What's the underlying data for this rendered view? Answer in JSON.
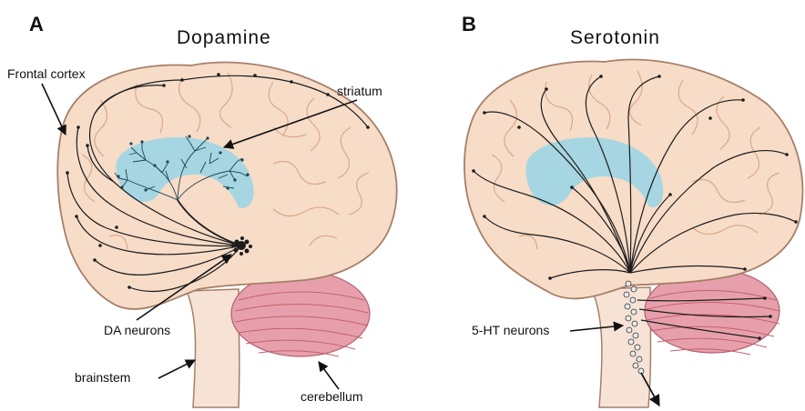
{
  "panels": [
    {
      "letter": "A",
      "title": "Dopamine",
      "labels": {
        "frontal_cortex": "Frontal cortex",
        "striatum": "striatum",
        "neurons": "DA neurons",
        "brainstem": "brainstem",
        "cerebellum": "cerebellum"
      }
    },
    {
      "letter": "B",
      "title": "Serotonin",
      "labels": {
        "neurons": "5-HT neurons"
      }
    }
  ],
  "colors": {
    "brain_fill": "#f7dcc8",
    "brain_outline": "#a67f68",
    "gyri": "#d9a98a",
    "striatum": "#a6d6e2",
    "cerebellum": "#e7a0ab",
    "cerebellum_lines": "#c4606f",
    "brainstem": "#f6e3d5",
    "axon": "#1c1c1c"
  }
}
